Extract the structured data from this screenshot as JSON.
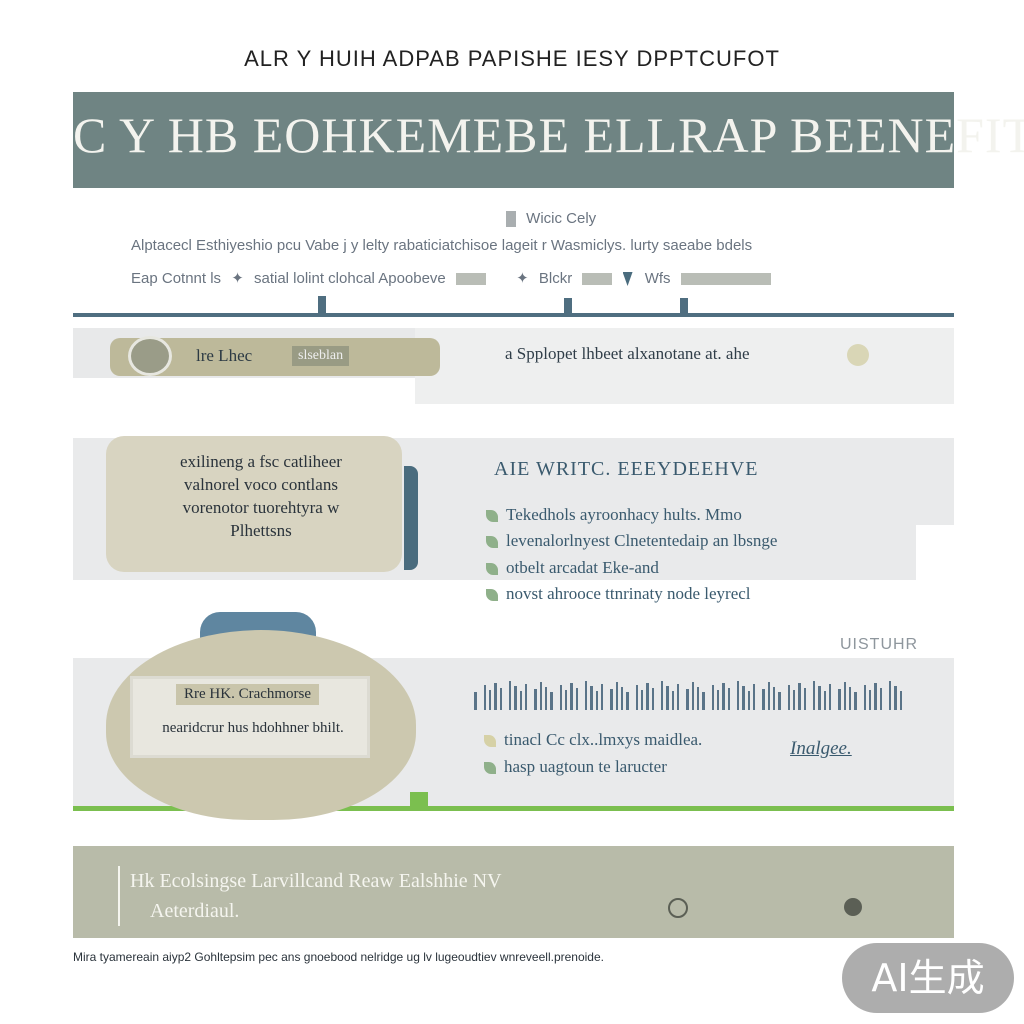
{
  "header": {
    "top_heading": "ALR Y HUIH ADPAB PAPISHE IESY DPPTCUFOT",
    "banner_title": "C Y HB EOHKEMEBE ELLRAP BEENEFITS"
  },
  "subheader": {
    "line1": "Wicic Cely",
    "line2": "Alptacecl Esthiyeshio pcu Vabe j y lelty rabaticiatchisoe lageit r Wasmiclys. lurty saeabe bdels",
    "line3_left": "Eap Cotnnt ls",
    "line3_mid": "satial lolint clohcal Apoobeve",
    "line3_right": "Blckr",
    "line3_end": "Wfs"
  },
  "row1": {
    "pill_label": "lre Lhec",
    "pill_chip": "slseblan",
    "text": "a Spplopet lhbeet alxanotane at. ahe"
  },
  "card_a": {
    "text": "exilineng a fsc catliheer valnorel voco contlans vorenotor tuorehtyra w Plhettsns"
  },
  "section": {
    "heading": "AIE WRITC. EEEYDEEHVE",
    "bullets": [
      "Tekedhols ayroonhacy hults. Mmo",
      "levenalorlnyest Clnetentedaip an lbsnge",
      "otbelt arcadat Eke-and",
      "novst ahrooce ttnrinaty node leyrecl"
    ],
    "side_tag": "UISTUHR"
  },
  "lower": {
    "blob_pill": "Rre HK. Crachmorse",
    "blob_text": "nearidcrur hus hdohhner bhilt.",
    "bullets": [
      "tinacl Cc clx..lmxys maidlea.",
      "hasp uagtoun te laructer"
    ],
    "side_note": "Inalgee."
  },
  "footer": {
    "line1": "Hk Ecolsingse Larvillcand Reaw Ealshhie NV",
    "line2": "Aeterdiaul."
  },
  "caption": "Mira tyamereain aiyp2 Gohltepsim pec ans gnoebood nelridge ug lv lugeoudtiev wnreveell.prenoide.",
  "badge": "AI生成"
}
